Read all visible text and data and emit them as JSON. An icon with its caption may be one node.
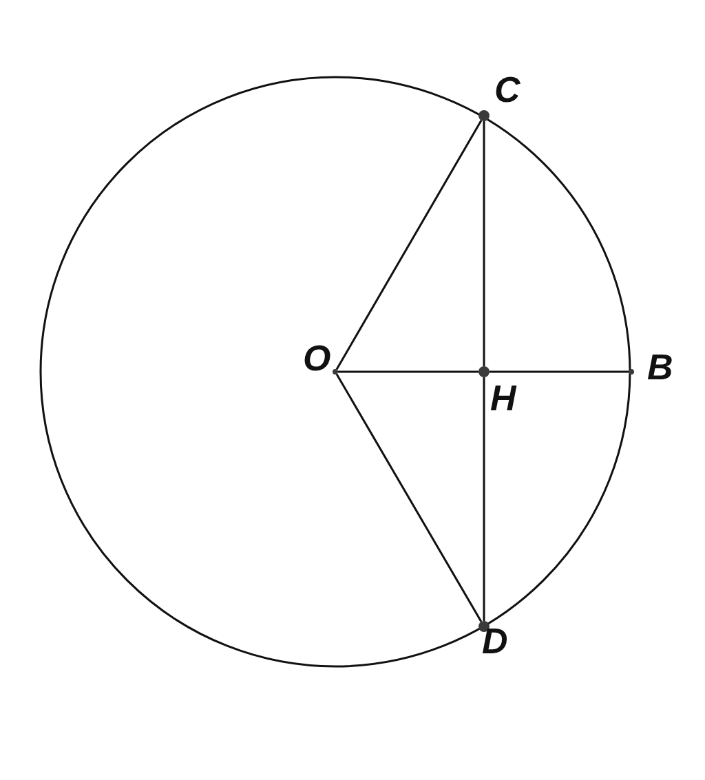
{
  "diagram": {
    "nodes": [
      {
        "text": [
          "C"
        ]
      },
      {
        "text": [
          "O"
        ]
      },
      {
        "text": [
          "H"
        ]
      },
      {
        "text": [
          "B"
        ]
      },
      {
        "text": [
          "D"
        ]
      }
    ],
    "edges": [
      {
        "from": 1,
        "to": 0,
        "arrow": "none"
      },
      {
        "from": 1,
        "to": 4,
        "arrow": "none"
      },
      {
        "from": 1,
        "to": 2,
        "arrow": "none"
      },
      {
        "from": 2,
        "to": 3,
        "arrow": "none"
      },
      {
        "from": 0,
        "to": 2,
        "arrow": "none"
      },
      {
        "from": 2,
        "to": 4,
        "arrow": "none"
      }
    ]
  }
}
